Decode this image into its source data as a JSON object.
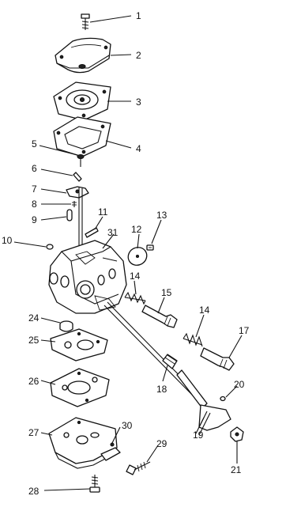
{
  "diagram": {
    "callouts": [
      "1",
      "2",
      "3",
      "4",
      "5",
      "6",
      "7",
      "8",
      "9",
      "10",
      "11",
      "12",
      "13",
      "14",
      "15",
      "14",
      "17",
      "18",
      "19",
      "20",
      "21",
      "24",
      "25",
      "26",
      "27",
      "30",
      "29",
      "28",
      "31"
    ]
  },
  "colors": {
    "ink": "#111111",
    "paper": "#ffffff"
  }
}
